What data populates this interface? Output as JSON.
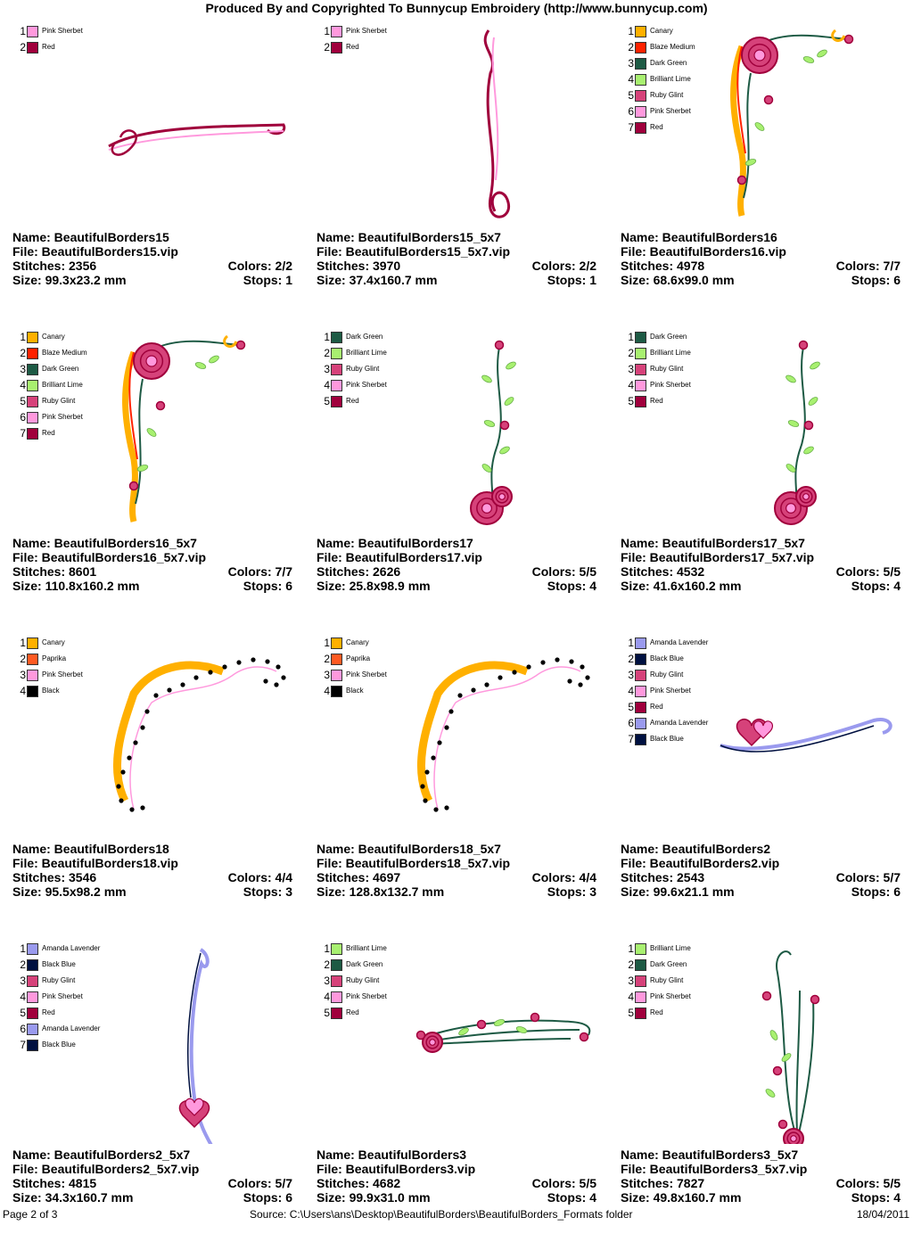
{
  "header": "Produced By and Copyrighted To Bunnycup Embroidery (http://www.bunnycup.com)",
  "labels": {
    "name": "Name:",
    "file": "File:",
    "stitches": "Stitches:",
    "size": "Size:",
    "colors": "Colors:",
    "stops": "Stops:"
  },
  "colors": {
    "Pink Sherbet": "#ff99dd",
    "Red": "#a0003c",
    "Canary": "#ffb000",
    "Blaze Medium": "#ff2200",
    "Dark Green": "#1d5a44",
    "Brilliant Lime": "#a8f070",
    "Ruby Glint": "#d6427a",
    "Paprika": "#ff5a22",
    "Black": "#000000",
    "Amanda Lavender": "#9a9aee",
    "Black Blue": "#001040"
  },
  "designs": [
    {
      "name": "BeautifulBorders15",
      "file": "BeautifulBorders15.vip",
      "stitches": "2356",
      "size": "99.3x23.2 mm",
      "colors": "2/2",
      "stops": "1",
      "palette": [
        "Pink Sherbet",
        "Red"
      ],
      "art": "swirl-h",
      "art_icon": "swirl-border-icon"
    },
    {
      "name": "BeautifulBorders15_5x7",
      "file": "BeautifulBorders15_5x7.vip",
      "stitches": "3970",
      "size": "37.4x160.7 mm",
      "colors": "2/2",
      "stops": "1",
      "palette": [
        "Pink Sherbet",
        "Red"
      ],
      "art": "swirl-v",
      "art_icon": "swirl-border-icon"
    },
    {
      "name": "BeautifulBorders16",
      "file": "BeautifulBorders16.vip",
      "stitches": "4978",
      "size": "68.6x99.0 mm",
      "colors": "7/7",
      "stops": "6",
      "palette": [
        "Canary",
        "Blaze Medium",
        "Dark Green",
        "Brilliant Lime",
        "Ruby Glint",
        "Pink Sherbet",
        "Red"
      ],
      "art": "rose-corner",
      "art_icon": "rose-corner-icon"
    },
    {
      "name": "BeautifulBorders16_5x7",
      "file": "BeautifulBorders16_5x7.vip",
      "stitches": "8601",
      "size": "110.8x160.2 mm",
      "colors": "7/7",
      "stops": "6",
      "palette": [
        "Canary",
        "Blaze Medium",
        "Dark Green",
        "Brilliant Lime",
        "Ruby Glint",
        "Pink Sherbet",
        "Red"
      ],
      "art": "rose-corner",
      "art_icon": "rose-corner-icon"
    },
    {
      "name": "BeautifulBorders17",
      "file": "BeautifulBorders17.vip",
      "stitches": "2626",
      "size": "25.8x98.9 mm",
      "colors": "5/5",
      "stops": "4",
      "palette": [
        "Dark Green",
        "Brilliant Lime",
        "Ruby Glint",
        "Pink Sherbet",
        "Red"
      ],
      "art": "rose-vine",
      "art_icon": "rose-vine-icon"
    },
    {
      "name": "BeautifulBorders17_5x7",
      "file": "BeautifulBorders17_5x7.vip",
      "stitches": "4532",
      "size": "41.6x160.2 mm",
      "colors": "5/5",
      "stops": "4",
      "palette": [
        "Dark Green",
        "Brilliant Lime",
        "Ruby Glint",
        "Pink Sherbet",
        "Red"
      ],
      "art": "rose-vine",
      "art_icon": "rose-vine-icon"
    },
    {
      "name": "BeautifulBorders18",
      "file": "BeautifulBorders18.vip",
      "stitches": "3546",
      "size": "95.5x98.2 mm",
      "colors": "4/4",
      "stops": "3",
      "palette": [
        "Canary",
        "Paprika",
        "Pink Sherbet",
        "Black"
      ],
      "art": "ribbon-corner",
      "art_icon": "ribbon-corner-icon"
    },
    {
      "name": "BeautifulBorders18_5x7",
      "file": "BeautifulBorders18_5x7.vip",
      "stitches": "4697",
      "size": "128.8x132.7 mm",
      "colors": "4/4",
      "stops": "3",
      "palette": [
        "Canary",
        "Paprika",
        "Pink Sherbet",
        "Black"
      ],
      "art": "ribbon-corner",
      "art_icon": "ribbon-corner-icon"
    },
    {
      "name": "BeautifulBorders2",
      "file": "BeautifulBorders2.vip",
      "stitches": "2543",
      "size": "99.6x21.1 mm",
      "colors": "5/7",
      "stops": "6",
      "palette": [
        "Amanda Lavender",
        "Black Blue",
        "Ruby Glint",
        "Pink Sherbet",
        "Red",
        "Amanda Lavender",
        "Black Blue"
      ],
      "art": "heart-h",
      "art_icon": "heart-swirl-icon"
    },
    {
      "name": "BeautifulBorders2_5x7",
      "file": "BeautifulBorders2_5x7.vip",
      "stitches": "4815",
      "size": "34.3x160.7 mm",
      "colors": "5/7",
      "stops": "6",
      "palette": [
        "Amanda Lavender",
        "Black Blue",
        "Ruby Glint",
        "Pink Sherbet",
        "Red",
        "Amanda Lavender",
        "Black Blue"
      ],
      "art": "heart-v",
      "art_icon": "heart-swirl-icon"
    },
    {
      "name": "BeautifulBorders3",
      "file": "BeautifulBorders3.vip",
      "stitches": "4682",
      "size": "99.9x31.0 mm",
      "colors": "5/5",
      "stops": "4",
      "palette": [
        "Brilliant Lime",
        "Dark Green",
        "Ruby Glint",
        "Pink Sherbet",
        "Red"
      ],
      "art": "spray-h",
      "art_icon": "floral-spray-icon"
    },
    {
      "name": "BeautifulBorders3_5x7",
      "file": "BeautifulBorders3_5x7.vip",
      "stitches": "7827",
      "size": "49.8x160.7 mm",
      "colors": "5/5",
      "stops": "4",
      "palette": [
        "Brilliant Lime",
        "Dark Green",
        "Ruby Glint",
        "Pink Sherbet",
        "Red"
      ],
      "art": "spray-v",
      "art_icon": "floral-spray-icon"
    }
  ],
  "footer": {
    "page": "Page 2 of 3",
    "source": "Source: C:\\Users\\ans\\Desktop\\BeautifulBorders\\BeautifulBorders_Formats folder",
    "date": "18/04/2011"
  }
}
